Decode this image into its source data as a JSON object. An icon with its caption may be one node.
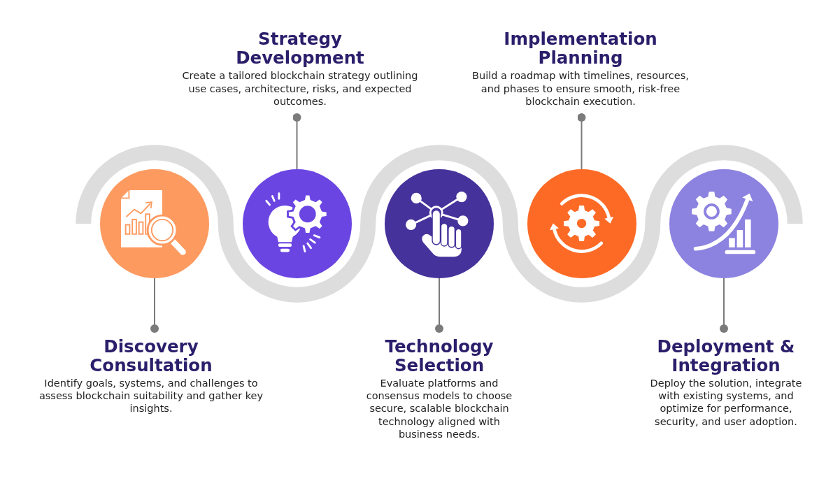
{
  "diagram": {
    "nodes": [
      {
        "text": [
          "Discovery Consultation",
          "Identify goals, systems, and challenges to assess blockchain suitability and gather key insights."
        ]
      },
      {
        "text": [],
        "shape": "circle"
      },
      {
        "text": [
          "Strategy Development",
          "Create a tailored blockchain strategy outlining use cases, architecture, risks, and expected outcomes."
        ]
      },
      {
        "text": [],
        "shape": "circle"
      },
      {
        "text": [
          "Technology Selection",
          "Evaluate platforms and consensus models to choose secure, scalable blockchain technology aligned with business needs."
        ]
      },
      {
        "text": [],
        "shape": "circle"
      },
      {
        "text": [
          "Implementation Planning",
          "Build a roadmap with timelines, resources, and phases to ensure smooth, risk-free blockchain execution."
        ]
      },
      {
        "text": [],
        "shape": "circle"
      },
      {
        "text": [
          "Deployment & Integration",
          "Deploy the solution, integrate with existing systems, and optimize for performance, security, and user adoption."
        ]
      },
      {
        "text": [],
        "shape": "circle"
      }
    ],
    "edges": [
      {
        "from": 0,
        "to": 1,
        "arrow": "other"
      },
      {
        "from": 2,
        "to": 3,
        "arrow": "other"
      },
      {
        "from": 4,
        "to": 5,
        "arrow": "other"
      },
      {
        "from": 6,
        "to": 7,
        "arrow": "other"
      },
      {
        "from": 8,
        "to": 9,
        "arrow": "other"
      }
    ]
  }
}
